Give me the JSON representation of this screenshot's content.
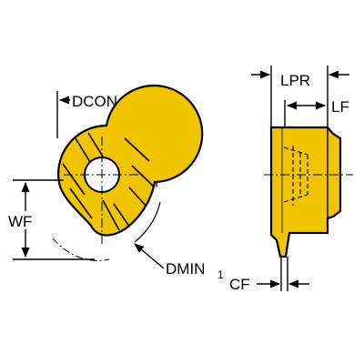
{
  "colors": {
    "insert_fill": "#f1c400",
    "outline": "#000000",
    "background": "#ffffff"
  },
  "front_view": {
    "labels": {
      "dcon": "DCON",
      "wf": "WF",
      "dmin": "DMIN",
      "dmin_sub": "1"
    }
  },
  "side_view": {
    "labels": {
      "lpr": "LPR",
      "lf": "LF",
      "cf": "CF"
    }
  }
}
